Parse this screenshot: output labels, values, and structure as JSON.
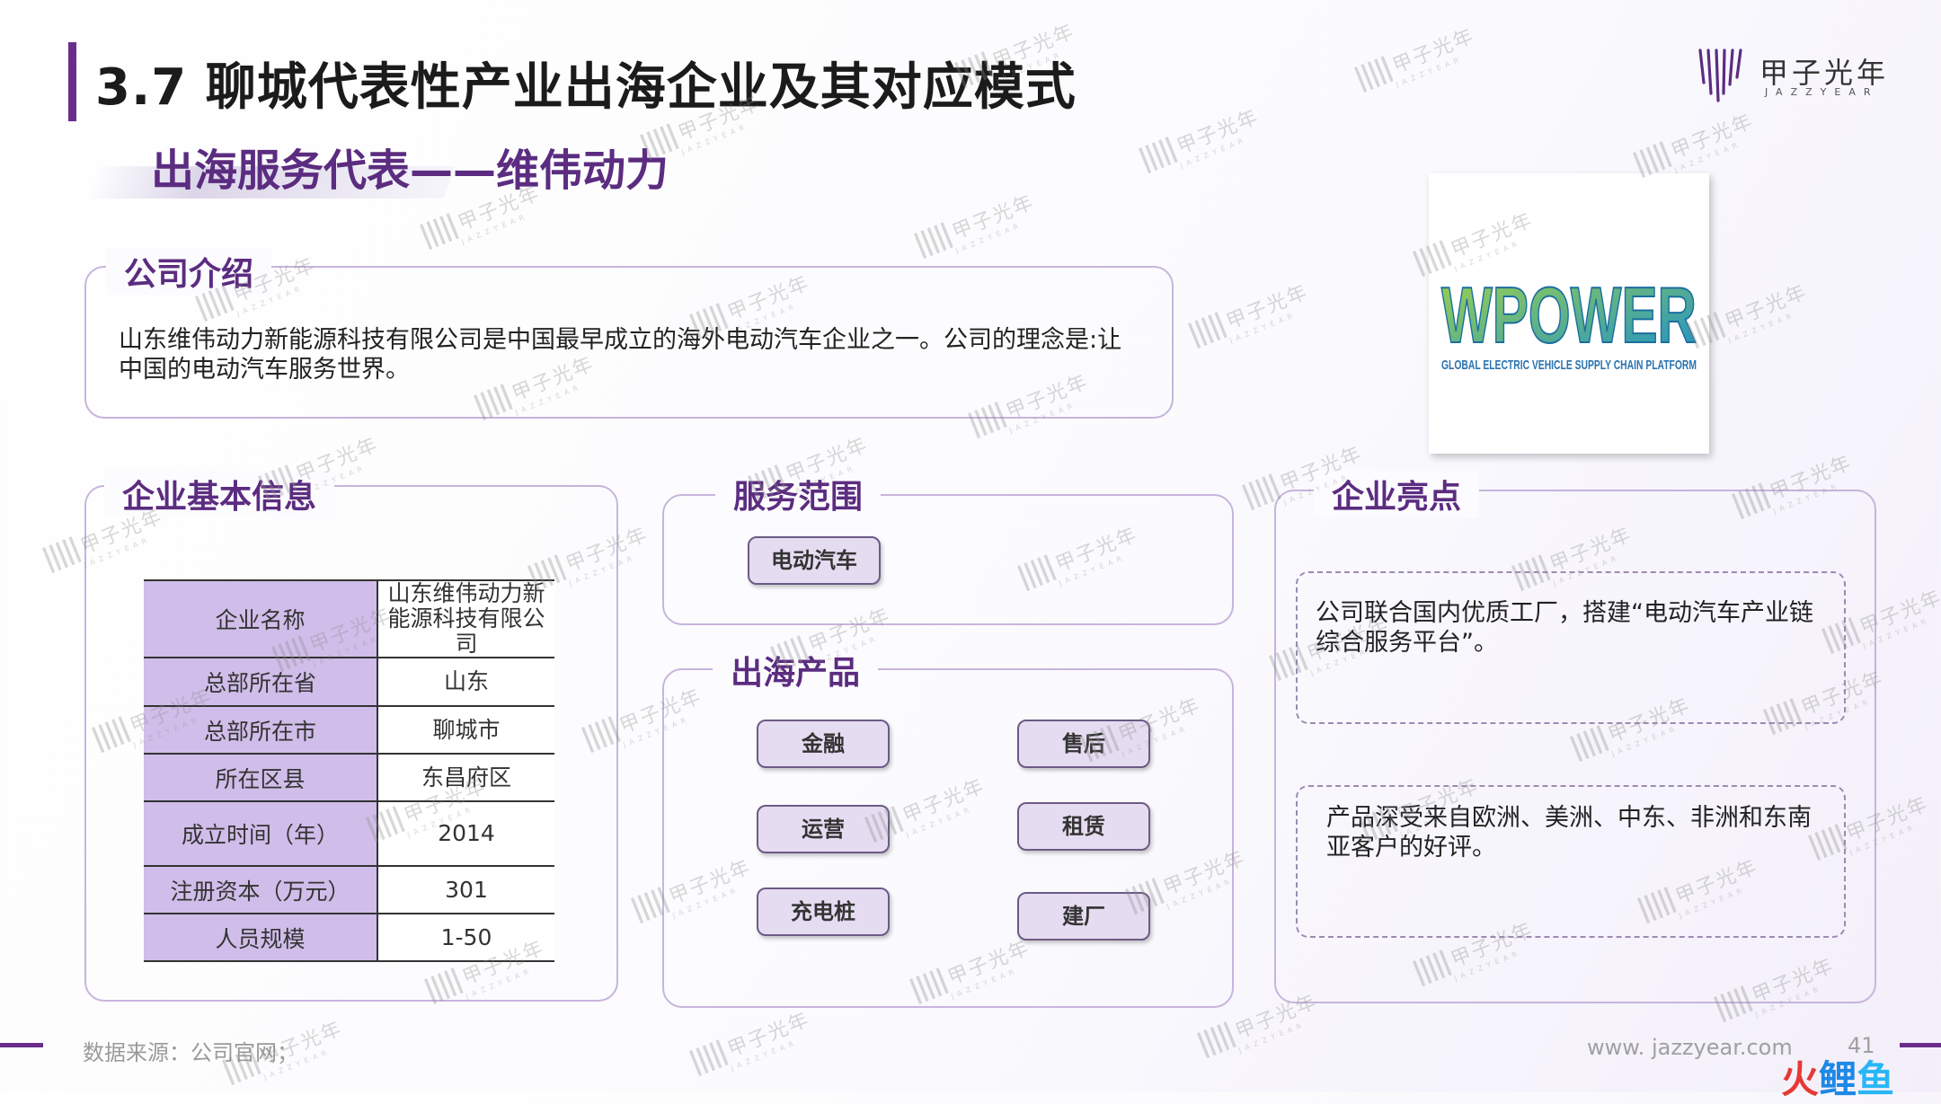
{
  "header": {
    "title": "3.7 聊城代表性产业出海企业及其对应模式",
    "subtitle": "出海服务代表——维伟动力"
  },
  "brand": {
    "name_cn": "甲子光年",
    "name_en": "JAZZYEAR"
  },
  "intro": {
    "title": "公司介绍",
    "text": "山东维伟动力新能源科技有限公司是中国最早成立的海外电动汽车企业之一。公司的理念是:让中国的电动汽车服务世界。"
  },
  "company_logo": {
    "text": "WPOWER",
    "tagline": "GLOBAL ELECTRIC VEHICLE SUPPLY CHAIN PLATFORM"
  },
  "basic_info": {
    "title": "企业基本信息",
    "rows": [
      {
        "key": "企业名称",
        "value": "山东维伟动力新能源科技有限公司"
      },
      {
        "key": "总部所在省",
        "value": "山东"
      },
      {
        "key": "总部所在市",
        "value": "聊城市"
      },
      {
        "key": "所在区县",
        "value": "东昌府区"
      },
      {
        "key": "成立时间（年）",
        "value": "2014"
      },
      {
        "key": "注册资本（万元）",
        "value": "301"
      },
      {
        "key": "人员规模",
        "value": "1-50"
      }
    ]
  },
  "service_scope": {
    "title": "服务范围",
    "items": [
      "电动汽车"
    ]
  },
  "products": {
    "title": "出海产品",
    "items": [
      "金融",
      "售后",
      "运营",
      "租赁",
      "充电桩",
      "建厂"
    ]
  },
  "highlights": {
    "title": "企业亮点",
    "items": [
      "公司联合国内优质工厂，搭建“电动汽车产业链综合服务平台”。",
      "产品深受来自欧洲、美洲、中东、非洲和东南亚客户的好评。"
    ]
  },
  "footer": {
    "source": "数据来源：公司官网；",
    "url": "www. jazzyear.com",
    "page": "41",
    "corner_mark": "火鲤鱼"
  },
  "colors": {
    "accent": "#6b2d8c",
    "title_purple": "#5b2c80",
    "cell_fill": "#d0bde9",
    "panel_border": "#c7b4dd"
  }
}
